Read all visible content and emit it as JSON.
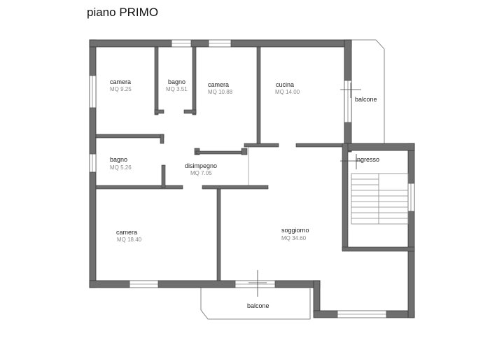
{
  "title": "piano PRIMO",
  "rooms": [
    {
      "key": "camera1",
      "name": "camera",
      "area": "MQ 9.25"
    },
    {
      "key": "bagno1",
      "name": "bagno",
      "area": "MQ 3.51"
    },
    {
      "key": "camera2",
      "name": "camera",
      "area": "MQ 10.88"
    },
    {
      "key": "cucina",
      "name": "cucina",
      "area": "MQ 14.00"
    },
    {
      "key": "bagno2",
      "name": "bagno",
      "area": "MQ 5.26"
    },
    {
      "key": "disimpegno",
      "name": "disimpegno",
      "area": "MQ 7.05"
    },
    {
      "key": "ingresso",
      "name": "ingresso",
      "area": ""
    },
    {
      "key": "camera3",
      "name": "camera",
      "area": "MQ 18.40"
    },
    {
      "key": "soggiorno",
      "name": "soggiorno",
      "area": "MQ 34.60"
    }
  ],
  "balconies": [
    {
      "key": "balcone_east",
      "name": "balcone"
    },
    {
      "key": "balcone_south",
      "name": "balcone"
    }
  ],
  "colors": {
    "wall": "#6f6f6f",
    "outline": "#333333",
    "label": "#222222",
    "area": "#888888"
  }
}
